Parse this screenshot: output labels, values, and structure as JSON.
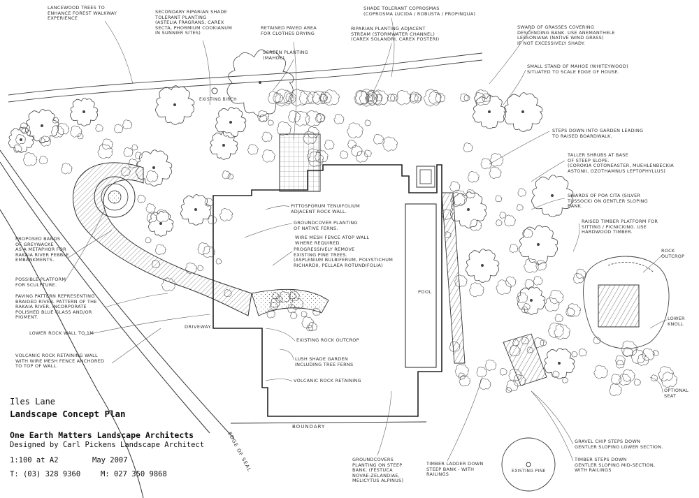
{
  "title_block": {
    "site": "Iles Lane",
    "title": "Landscape Concept Plan",
    "firm": "One Earth Matters Landscape Architects",
    "designer": "Designed by Carl Pickens Landscape Architect",
    "scale": "1:100 at A2",
    "date": "May 2007",
    "phone": "T: (03) 328 9360",
    "mobile": "M: 027 350 9868"
  },
  "plan_labels": {
    "boundary": "BOUNDARY",
    "edge_of_seal": "EDGE OF SEAL",
    "driveway": "DRIVEWAY.",
    "pool": "POOL",
    "existing_birch": "EXISTING BIRCH",
    "existing_pine": "EXISTING PINE"
  },
  "annotations": [
    {
      "id": "lancewood",
      "text": "LANCEWOOD TREES TO\nENHANCE FOREST WALKWAY\nEXPERIENCE"
    },
    {
      "id": "secondary-riparian",
      "text": "SECONDARY RIPARIAN SHADE\nTOLERANT PLANTING\n(ASTELIA FRAGRANS, CAREX\nSECTA, PHORMIUM COOKIANUM\nIN SUNNIER SITES)"
    },
    {
      "id": "retained-paved",
      "text": "RETAINED PAVED AREA\nFOR CLOTHES DRYING"
    },
    {
      "id": "shade-tolerant",
      "text": "SHADE TOLERANT COPROSMAS\n(COPROSMA LUCIDA / ROBUSTA / PROPINQUA)"
    },
    {
      "id": "riparian-planting",
      "text": "RIPARIAN PLANTING ADJACENT\nSTREAM (STORMWATER CHANNEL)\n(CAREX SOLANDRI, CAREX FOSTERI)"
    },
    {
      "id": "sward-grasses",
      "text": "SWARD OF GRASSES COVERING\nDESCENDING BANK. USE ANEMANTHELE\nLESSONIANA (NATIVE WIND GRASS)\nIF NOT EXCESSIVELY SHADY."
    },
    {
      "id": "screen-planting",
      "text": "SCREEN PLANTING\n(MAHOE)"
    },
    {
      "id": "small-stand",
      "text": "SMALL STAND OF MAHOE (WHITEYWOOD)\nSITUATED TO SCALE EDGE OF HOUSE."
    },
    {
      "id": "steps-down",
      "text": "STEPS DOWN INTO GARDEN LEADING\nTO RAISED BOARDWALK."
    },
    {
      "id": "taller-shrubs",
      "text": "TALLER SHRUBS AT BASE\nOF STEEP SLOPE.\n(COROKIA COTONEASTER, MUEHLENBECKIA\nASTONII, OZOTHAMNUS LEPTOPHYLLUS)"
    },
    {
      "id": "pittosporum",
      "text": "PITTOSPORUM TENUIFOLIUM\nADJACENT ROCK WALL."
    },
    {
      "id": "swards-poa",
      "text": "SWARDS OF POA CITA (SILVER\nTUSSOCK) ON GENTLER SLOPING\nBANK."
    },
    {
      "id": "groundcover-ferns",
      "text": "GROUNDCOVER PLANTING\nOF NATIVE FERNS."
    },
    {
      "id": "wire-mesh",
      "text": "WIRE MESH FENCE ATOP WALL\nWHERE REQUIRED."
    },
    {
      "id": "remove-pines",
      "text": "PROGRESSIVELY REMOVE\nEXISTING PINE TREES.\n(ASPLENIUM BULBIFERUM, POLYSTICHUM\nRICHARDII, PELLAEA ROTUNDIFOLIA)"
    },
    {
      "id": "raised-timber",
      "text": "RAISED TIMBER PLATFORM FOR\nSITTING / PICNICKING. USE\nHARDWOOD TIMBER."
    },
    {
      "id": "rock-outcrop",
      "text": "ROCK\nOUTCROP"
    },
    {
      "id": "proposed-bands",
      "text": "PROPOSED BANDS\nOF GREYWACKE\nAS A METAPHOR FOR\nRAKAIA RIVER PEBBLE\nEMBANKMENTS."
    },
    {
      "id": "possible-platform",
      "text": "POSSIBLE PLATFORM\nFOR SCULPTURE."
    },
    {
      "id": "paving-pattern",
      "text": "PAVING PATTERN REPRESENTING\nBRAIDED RIVER. PATTERN OF THE\nRAKAIA RIVER, INCORPORATE\nPOLISHED BLUE GLASS AND/OR\nPIGMENT."
    },
    {
      "id": "lower-rock-wall",
      "text": "LOWER ROCK WALL TO 1M"
    },
    {
      "id": "volcanic-wall",
      "text": "VOLCANIC ROCK RETAINING WALL\nWITH WIRE MESH FENCE ANCHORED\nTO TOP OF WALL."
    },
    {
      "id": "existing-rock",
      "text": "EXISTING ROCK OUTCROP"
    },
    {
      "id": "lush-shade",
      "text": "LUSH SHADE GARDEN\nINCLUDING TREE FERNS"
    },
    {
      "id": "volcanic-retaining",
      "text": "VOLCANIC ROCK RETAINING"
    },
    {
      "id": "lower-knoll",
      "text": "LOWER\nKNOLL"
    },
    {
      "id": "optional-seat",
      "text": "OPTIONAL\nSEAT"
    },
    {
      "id": "groundcovers-bank",
      "text": "GROUNDCOVERS\nPLANTING ON STEEP\nBANK. (FESTUCA\nNOVAE-ZELANDIAE,\nMELICYTUS ALPINUS)"
    },
    {
      "id": "timber-ladder",
      "text": "TIMBER LADDER DOWN\nSTEEP BANK - WITH\nRAILINGS"
    },
    {
      "id": "gravel-chip",
      "text": "GRAVEL CHIP STEPS DOWN\nGENTLER SLOPING LOWER SECTION."
    },
    {
      "id": "timber-steps",
      "text": "TIMBER STEPS DOWN\nGENTLER SLOPING MID-SECTION,\nWITH RAILINGS"
    }
  ]
}
